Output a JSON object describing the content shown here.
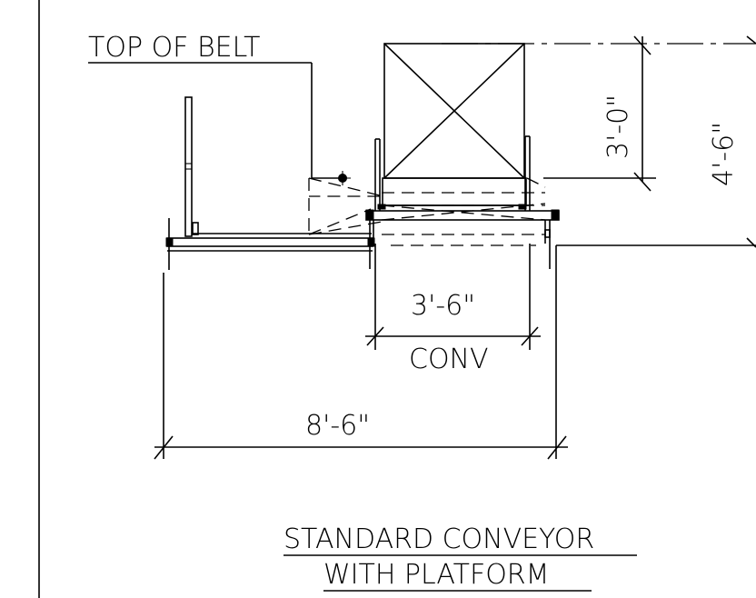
{
  "labels": {
    "top_of_belt": "TOP OF BELT",
    "dim_3_0": "3'-0\"",
    "dim_4_6": "4'-6\"",
    "dim_3_6": "3'-6\"",
    "conv": "CONV",
    "dim_8_6": "8'-6\"",
    "title_line1": "STANDARD CONVEYOR",
    "title_line2": "WITH PLATFORM"
  },
  "colors": {
    "line": "#000000",
    "background": "#ffffff"
  }
}
